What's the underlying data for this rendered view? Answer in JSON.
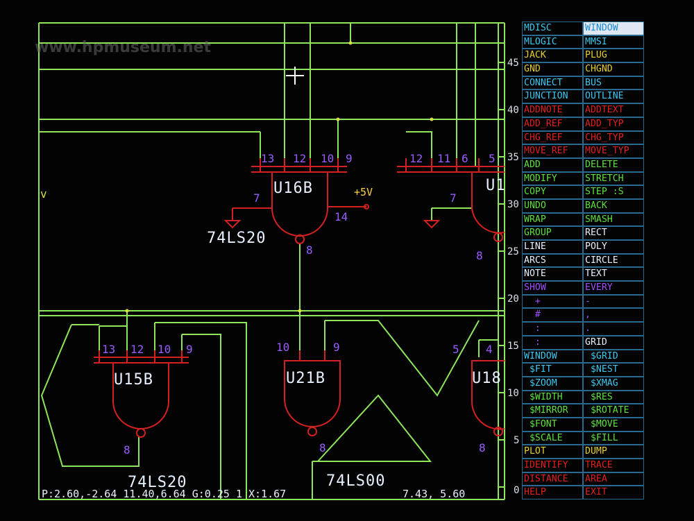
{
  "watermark": "www.hpmuseum.net",
  "colors": {
    "wire": "#8ee65a",
    "gate": "#d42020",
    "pin_text": "#9a5cff",
    "label_text": "#e8f2ff",
    "menu_cyan": "#3ec8f0",
    "menu_yellow": "#e8d030",
    "menu_red": "#e02020",
    "menu_green": "#60e040",
    "menu_white": "#e8f2ff",
    "menu_purple": "#a050ff"
  },
  "schematic": {
    "gates": [
      {
        "name": "U16B",
        "part": "74LS20",
        "in_pins": [
          "13",
          "12",
          "10",
          "9"
        ],
        "vcc_pin": "14",
        "gnd_pin": "7",
        "out_pin": "8",
        "vcc": "+5V"
      },
      {
        "name": "U1",
        "in_pins": [
          "12",
          "11",
          "6",
          "5"
        ],
        "gnd_pin": "7",
        "out_pin": "8"
      },
      {
        "name": "U15B",
        "part": "74LS20",
        "in_pins": [
          "13",
          "12",
          "10",
          "9"
        ],
        "out_pin": "8"
      },
      {
        "name": "U21B",
        "part": "74LS00",
        "in_pins": [
          "10",
          "9"
        ],
        "out_pin": "8"
      },
      {
        "name": "U18",
        "in_pins": [
          "5",
          "4"
        ],
        "out_pin": "8"
      }
    ],
    "edge_label": "v"
  },
  "ruler": [
    "45",
    "40",
    "35",
    "30",
    "25",
    "20",
    "15",
    "10",
    "5",
    "0"
  ],
  "status": {
    "left": "P:2.60,-2.64 11.40,6.64 G:0.25 1 X:1.67",
    "right": "7.43,       5.60"
  },
  "menu": [
    {
      "left": {
        "text": "MDISC",
        "color": "cyan"
      },
      "right": {
        "text": "WINDOW",
        "color": "cyan",
        "selected": true
      }
    },
    {
      "left": {
        "text": "MLOGIC",
        "color": "cyan"
      },
      "right": {
        "text": "MMSI",
        "color": "cyan"
      }
    },
    {
      "left": {
        "text": "JACK",
        "color": "yellow"
      },
      "right": {
        "text": "PLUG",
        "color": "yellow"
      }
    },
    {
      "left": {
        "text": "GND",
        "color": "yellow"
      },
      "right": {
        "text": "CHGND",
        "color": "yellow"
      }
    },
    {
      "left": {
        "text": "CONNECT",
        "color": "cyan"
      },
      "right": {
        "text": "BUS",
        "color": "cyan"
      }
    },
    {
      "left": {
        "text": "JUNCTION",
        "color": "cyan"
      },
      "right": {
        "text": "OUTLINE",
        "color": "cyan"
      }
    },
    {
      "left": {
        "text": "ADDNOTE",
        "color": "red"
      },
      "right": {
        "text": "ADDTEXT",
        "color": "red"
      }
    },
    {
      "left": {
        "text": "ADD_REF",
        "color": "red"
      },
      "right": {
        "text": "ADD_TYP",
        "color": "red"
      }
    },
    {
      "left": {
        "text": "CHG_REF",
        "color": "red"
      },
      "right": {
        "text": "CHG_TYP",
        "color": "red"
      }
    },
    {
      "left": {
        "text": "MOVE_REF",
        "color": "red"
      },
      "right": {
        "text": "MOVE_TYP",
        "color": "red"
      }
    },
    {
      "left": {
        "text": "ADD",
        "color": "green"
      },
      "right": {
        "text": "DELETE",
        "color": "green"
      }
    },
    {
      "left": {
        "text": "MODIFY",
        "color": "green"
      },
      "right": {
        "text": "STRETCH",
        "color": "green"
      }
    },
    {
      "left": {
        "text": "COPY",
        "color": "green"
      },
      "right": {
        "text": "STEP :S",
        "color": "green"
      }
    },
    {
      "left": {
        "text": "UNDO",
        "color": "green"
      },
      "right": {
        "text": "BACK",
        "color": "green"
      }
    },
    {
      "left": {
        "text": "WRAP",
        "color": "green"
      },
      "right": {
        "text": "SMASH",
        "color": "green"
      }
    },
    {
      "left": {
        "text": "GROUP",
        "color": "green"
      },
      "right": {
        "text": "RECT",
        "color": "white"
      }
    },
    {
      "left": {
        "text": "LINE",
        "color": "white"
      },
      "right": {
        "text": "POLY",
        "color": "white"
      }
    },
    {
      "left": {
        "text": "ARCS",
        "color": "white"
      },
      "right": {
        "text": "CIRCLE",
        "color": "white"
      }
    },
    {
      "left": {
        "text": "NOTE",
        "color": "white"
      },
      "right": {
        "text": "TEXT",
        "color": "white"
      }
    },
    {
      "left": {
        "text": "SHOW",
        "color": "purple"
      },
      "right": {
        "text": "EVERY",
        "color": "purple"
      }
    },
    {
      "left": {
        "text": "  +",
        "color": "purple"
      },
      "right": {
        "text": "-",
        "color": "purple"
      }
    },
    {
      "left": {
        "text": "  #",
        "color": "purple"
      },
      "right": {
        "text": ",",
        "color": "purple"
      }
    },
    {
      "left": {
        "text": "  :",
        "color": "purple"
      },
      "right": {
        "text": ".",
        "color": "purple"
      }
    },
    {
      "left": {
        "text": "  :",
        "color": "purple"
      },
      "right": {
        "text": "GRID",
        "color": "white"
      }
    },
    {
      "left": {
        "text": "WINDOW",
        "color": "cyan"
      },
      "right": {
        "text": " $GRID",
        "color": "cyan"
      }
    },
    {
      "left": {
        "text": " $FIT",
        "color": "cyan"
      },
      "right": {
        "text": " $NEST",
        "color": "cyan"
      }
    },
    {
      "left": {
        "text": " $ZOOM",
        "color": "cyan"
      },
      "right": {
        "text": " $XMAG",
        "color": "cyan"
      }
    },
    {
      "left": {
        "text": " $WIDTH",
        "color": "green"
      },
      "right": {
        "text": " $RES",
        "color": "green"
      }
    },
    {
      "left": {
        "text": " $MIRROR",
        "color": "green"
      },
      "right": {
        "text": " $ROTATE",
        "color": "green"
      }
    },
    {
      "left": {
        "text": " $FONT",
        "color": "green"
      },
      "right": {
        "text": " $MOVE",
        "color": "green"
      }
    },
    {
      "left": {
        "text": " $SCALE",
        "color": "green"
      },
      "right": {
        "text": " $FILL",
        "color": "green"
      }
    },
    {
      "left": {
        "text": "PLOT",
        "color": "yellow"
      },
      "right": {
        "text": "DUMP",
        "color": "yellow"
      }
    },
    {
      "left": {
        "text": "IDENTIFY",
        "color": "red"
      },
      "right": {
        "text": "TRACE",
        "color": "red"
      }
    },
    {
      "left": {
        "text": "DISTANCE",
        "color": "red"
      },
      "right": {
        "text": "AREA",
        "color": "red"
      }
    },
    {
      "left": {
        "text": "HELP",
        "color": "red"
      },
      "right": {
        "text": "EXIT",
        "color": "red"
      }
    }
  ]
}
